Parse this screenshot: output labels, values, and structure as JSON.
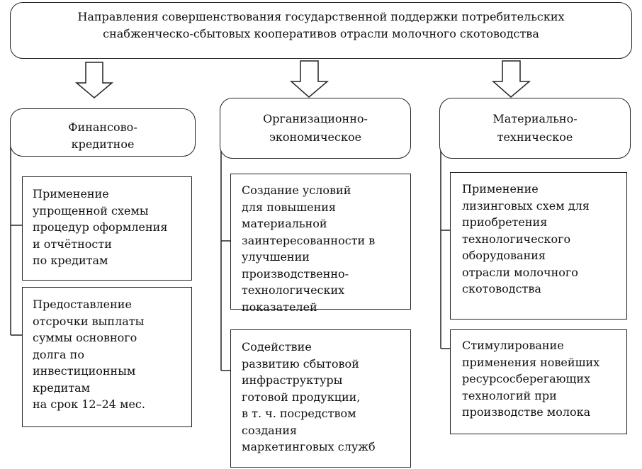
{
  "title": "Направления совершенствования государственной поддержки потребительских\nснабженческо-сбытовых кооперативов отрасли молочного скотоводства",
  "columns": [
    {
      "header": "Финансово-\nкредитное",
      "items": [
        "Применение\nупрощенной схемы\nпроцедур оформления\nи отчётности\nпо кредитам",
        "Предоставление\nотсрочки выплаты\nсуммы основного\nдолга по\nинвестиционным\nкредитам\nна срок 12–24 мес."
      ]
    },
    {
      "header": "Организационно-\nэкономическое",
      "items": [
        "Создание условий\nдля повышения\nматериальной\nзаинтересованности в\nулучшении\nпроизводственно-\nтехнологических\nпоказателей",
        "Содействие\nразвитию сбытовой\nинфраструктуры\nготовой продукции,\nв т. ч. посредством\nсоздания\nмаркетинговых служб"
      ]
    },
    {
      "header": "Материально-\nтехническое",
      "items": [
        "Применение\nлизинговых схем для\nприобретения\nтехнологического\nоборудования\nотрасли молочного\nскотоводства",
        "Стимулирование\nприменения новейших\nресурсосберегающих\nтехнологий при\nпроизводстве молока"
      ]
    }
  ]
}
